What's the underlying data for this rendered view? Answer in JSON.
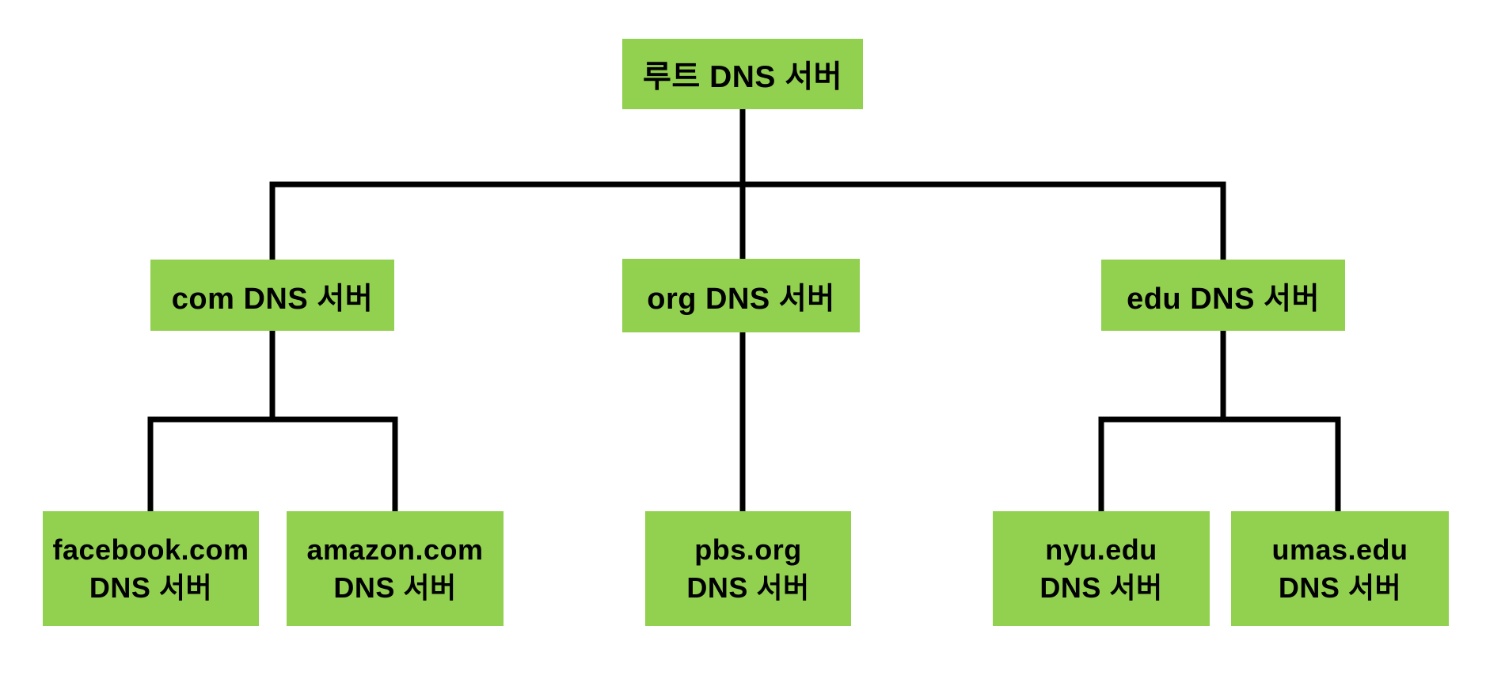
{
  "diagram": {
    "colors": {
      "node_fill": "#92D050",
      "line": "#000000",
      "text": "#000000",
      "background": "#FFFFFF"
    },
    "nodes": {
      "root": {
        "label": "루트 DNS 서버"
      },
      "com": {
        "label": "com DNS 서버"
      },
      "org": {
        "label": "org DNS 서버"
      },
      "edu": {
        "label": "edu DNS 서버"
      },
      "facebook": {
        "label": "facebook.com\nDNS 서버"
      },
      "amazon": {
        "label": "amazon.com\nDNS 서버"
      },
      "pbs": {
        "label": "pbs.org\nDNS 서버"
      },
      "nyu": {
        "label": "nyu.edu\nDNS 서버"
      },
      "umas": {
        "label": "umas.edu\nDNS 서버"
      }
    }
  }
}
